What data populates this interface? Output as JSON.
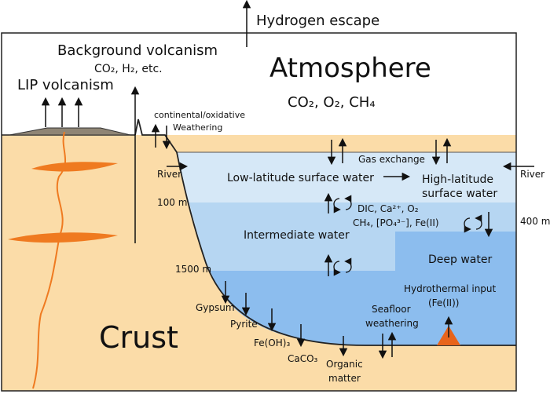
{
  "labels": {
    "hydrogen_escape": "Hydrogen escape",
    "background_volcanism": "Background volcanism",
    "background_gases": "CO₂, H₂, etc.",
    "lip_volcanism": "LIP volcanism",
    "atmosphere": "Atmosphere",
    "atm_gases": "CO₂, O₂, CH₄",
    "continental_weathering_1": "continental/oxidative",
    "continental_weathering_2": "Weathering",
    "gas_exchange": "Gas exchange",
    "river_left": "River",
    "river_right": "River",
    "low_lat_water": "Low-latitude surface water",
    "high_lat_water_1": "High-latitude",
    "high_lat_water_2": "surface water",
    "depth_100": "100 m",
    "depth_400": "400 m",
    "depth_1500": "1500 m",
    "chem_line1": "DIC, Ca²⁺, O₂",
    "chem_line2": "CH₄, [PO₄³⁻], Fe(II)",
    "intermediate_water": "Intermediate water",
    "deep_water": "Deep water",
    "hydrothermal_1": "Hydrothermal input",
    "hydrothermal_2": "(Fe(II))",
    "seafloor_1": "Seafloor",
    "seafloor_2": "weathering",
    "gypsum": "Gypsum",
    "pyrite": "Pyrite",
    "feoh3": "Fe(OH)₃",
    "caco3": "CaCO₃",
    "organic_1": "Organic",
    "organic_2": "matter",
    "crust": "Crust"
  },
  "colors": {
    "crust": "#fbdca8",
    "surface_water": "#d6e8f7",
    "intermediate_water": "#b2d4f2",
    "deep_water": "#8cbdee",
    "magma": "#ef7a20",
    "hydrothermal_vent": "#e8641a",
    "ridge": "#8f8575"
  }
}
